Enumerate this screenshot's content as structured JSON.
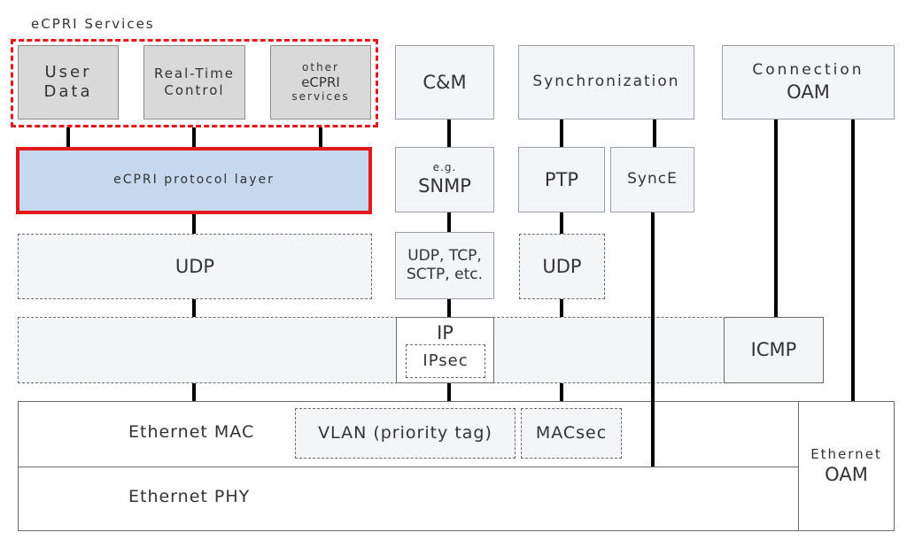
{
  "title": "eCPRI Services",
  "services": {
    "user_data_1": "User",
    "user_data_2": "Data",
    "rt_control_1": "Real-Time",
    "rt_control_2": "Control",
    "other_1": "other",
    "other_2": "eCPRI",
    "other_3": "services"
  },
  "top": {
    "cm": "C&M",
    "sync": "Synchronization",
    "conn_oam_1": "Connection",
    "conn_oam_2": "OAM"
  },
  "layer2": {
    "ecpri_protocol_layer": "eCPRI protocol layer",
    "eg": "e.g.",
    "snmp": "SNMP",
    "ptp": "PTP",
    "synce": "SyncE"
  },
  "layer3": {
    "udp_left": "UDP",
    "transport_1": "UDP, TCP,",
    "transport_2": "SCTP, etc.",
    "udp_ptp": "UDP"
  },
  "layer4": {
    "ip": "IP",
    "ipsec": "IPsec",
    "icmp": "ICMP"
  },
  "layer5": {
    "eth_mac": "Ethernet MAC",
    "vlan": "VLAN (priority tag)",
    "macsec": "MACsec",
    "eth_phy": "Ethernet PHY",
    "eth_oam_1": "Ethernet",
    "eth_oam_2": "OAM"
  },
  "colors": {
    "ecpri_layer_fill": "#c6d8ee",
    "ecpri_layer_border": "#e3191c",
    "services_dash": "#e3191c",
    "service_fill": "#d9d9d9",
    "light_fill": "#f3f5f9",
    "connector": "#000000"
  }
}
